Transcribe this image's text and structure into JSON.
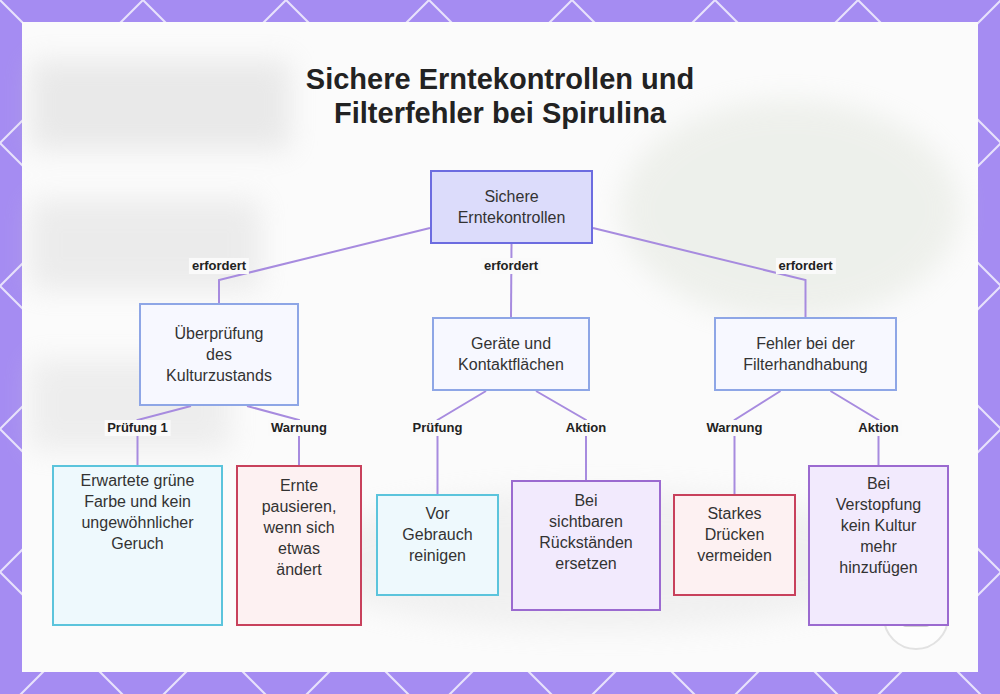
{
  "diagram": {
    "title": "Sichere Erntekontrollen und Filterfehler bei Spirulina",
    "nodes": [
      {
        "text": [
          "Sichere Erntekontrollen"
        ]
      },
      {
        "text": [
          "Überprüfung des Kulturzustands"
        ]
      },
      {
        "text": [
          "Geräte und Kontaktflächen"
        ]
      },
      {
        "text": [
          "Fehler bei der Filterhandhabung"
        ]
      },
      {
        "text": [
          "Erwartete grüne Farbe und kein ungewöhnlicher Geruch"
        ]
      },
      {
        "text": [
          "Ernte pausieren, wenn sich etwas ändert"
        ]
      },
      {
        "text": [
          "Vor Gebrauch reinigen"
        ]
      },
      {
        "text": [
          "Bei sichtbaren Rückständen ersetzen"
        ]
      },
      {
        "text": [
          "Starkes Drücken vermeiden"
        ]
      },
      {
        "text": [
          "Bei Verstopfung kein Kultur mehr hinzufügen"
        ]
      }
    ],
    "edges": [
      {
        "from": 0,
        "to": 1,
        "label": "erfordert",
        "arrow": "none"
      },
      {
        "from": 0,
        "to": 2,
        "label": "erfordert",
        "arrow": "none"
      },
      {
        "from": 0,
        "to": 3,
        "label": "erfordert",
        "arrow": "none"
      },
      {
        "from": 1,
        "to": 4,
        "label": "Prüfung 1",
        "arrow": "none"
      },
      {
        "from": 1,
        "to": 5,
        "label": "Warnung",
        "arrow": "none"
      },
      {
        "from": 2,
        "to": 6,
        "label": "Prüfung",
        "arrow": "none"
      },
      {
        "from": 2,
        "to": 7,
        "label": "Aktion",
        "arrow": "none"
      },
      {
        "from": 3,
        "to": 8,
        "label": "Warnung",
        "arrow": "none"
      },
      {
        "from": 3,
        "to": 9,
        "label": "Aktion",
        "arrow": "none"
      }
    ]
  }
}
